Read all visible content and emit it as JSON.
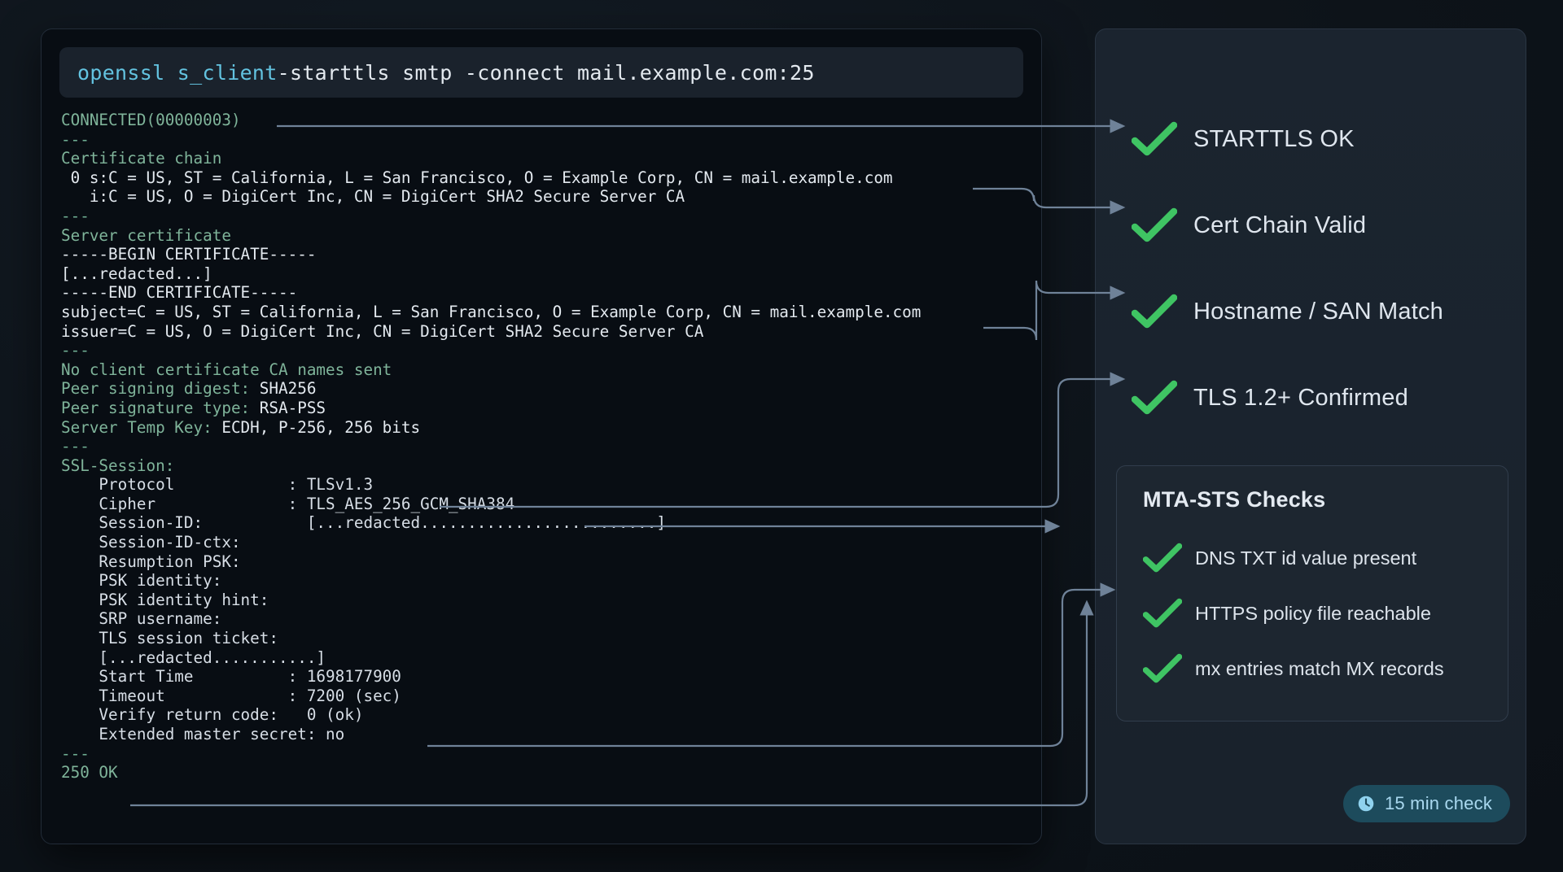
{
  "command": {
    "keyword": "openssl s_client",
    "rest": " -starttls smtp -connect mail.example.com:25",
    "full": "openssl s_client -starttls smtp -connect mail.example.com:25"
  },
  "terminal": {
    "lines": [
      {
        "t": "CONNECTED(00000003)",
        "c": "g"
      },
      {
        "t": "---",
        "c": "gb"
      },
      {
        "t": "Certificate chain",
        "c": "g"
      },
      {
        "t": " 0 s:C = US, ST = California, L = San Francisco, O = Example Corp, CN = mail.example.com",
        "c": "w"
      },
      {
        "t": "   i:C = US, O = DigiCert Inc, CN = DigiCert SHA2 Secure Server CA",
        "c": "w"
      },
      {
        "t": "---",
        "c": "gb"
      },
      {
        "t": "Server certificate",
        "c": "g"
      },
      {
        "t": "-----BEGIN CERTIFICATE-----",
        "c": "w"
      },
      {
        "t": "[...redacted...]",
        "c": "w"
      },
      {
        "t": "-----END CERTIFICATE-----",
        "c": "w"
      },
      {
        "t": "subject=C = US, ST = California, L = San Francisco, O = Example Corp, CN = mail.example.com",
        "c": "w"
      },
      {
        "t": "issuer=C = US, O = DigiCert Inc, CN = DigiCert SHA2 Secure Server CA",
        "c": "w"
      },
      {
        "t": "---",
        "c": "gb"
      },
      {
        "t": "No client certificate CA names sent",
        "c": "g"
      },
      {
        "t": "Peer signing digest: SHA256",
        "c": "split",
        "label": "Peer signing digest:",
        "value": " SHA256"
      },
      {
        "t": "Peer signature type: RSA-PSS",
        "c": "split",
        "label": "Peer signature type:",
        "value": " RSA-PSS"
      },
      {
        "t": "Server Temp Key: ECDH, P-256, 256 bits",
        "c": "split",
        "label": "Server Temp Key:",
        "value": " ECDH, P-256, 256 bits"
      },
      {
        "t": "---",
        "c": "gb"
      },
      {
        "t": "SSL-Session:",
        "c": "g"
      },
      {
        "t": "    Protocol            : TLSv1.3",
        "c": "lbl"
      },
      {
        "t": "    Cipher              : TLS_AES_256_GCM_SHA384",
        "c": "lbl"
      },
      {
        "t": "    Session-ID:           [...redacted.........................]",
        "c": "lbl"
      },
      {
        "t": "    Session-ID-ctx:",
        "c": "lbl"
      },
      {
        "t": "    Resumption PSK:",
        "c": "lbl"
      },
      {
        "t": "    PSK identity:",
        "c": "lbl"
      },
      {
        "t": "    PSK identity hint:",
        "c": "lbl"
      },
      {
        "t": "    SRP username:",
        "c": "lbl"
      },
      {
        "t": "    TLS session ticket:",
        "c": "lbl"
      },
      {
        "t": "    [...redacted...........]",
        "c": "lbl"
      },
      {
        "t": "    Start Time          : 1698177900",
        "c": "lbl"
      },
      {
        "t": "    Timeout             : 7200 (sec)",
        "c": "lbl"
      },
      {
        "t": "    Verify return code:   0 (ok)",
        "c": "lbl"
      },
      {
        "t": "    Extended master secret: no",
        "c": "lbl"
      },
      {
        "t": "---",
        "c": "gb"
      },
      {
        "t": "250 OK",
        "c": "g"
      }
    ]
  },
  "checks": [
    {
      "label": "STARTTLS OK",
      "status": "ok"
    },
    {
      "label": "Cert Chain Valid",
      "status": "ok"
    },
    {
      "label": "Hostname / SAN Match",
      "status": "ok"
    },
    {
      "label": "TLS 1.2+ Confirmed",
      "status": "ok"
    }
  ],
  "mta_sts": {
    "title": "MTA-STS Checks",
    "items": [
      {
        "label": "DNS TXT id value present",
        "status": "ok"
      },
      {
        "label": "HTTPS policy file reachable",
        "status": "ok"
      },
      {
        "label": "mx entries match MX records",
        "status": "ok"
      }
    ]
  },
  "badge": {
    "icon": "clock-icon",
    "label": "15 min check"
  },
  "colors": {
    "check_green": "#3fc463",
    "terminal_green": "#7fb49a",
    "command_keyword": "#63c3e0",
    "wire": "#6f8298",
    "badge_bg": "#1d4b5c",
    "badge_text": "#a9d8ef",
    "panel_bg": "#1b242f",
    "terminal_bg": "#080d13"
  }
}
